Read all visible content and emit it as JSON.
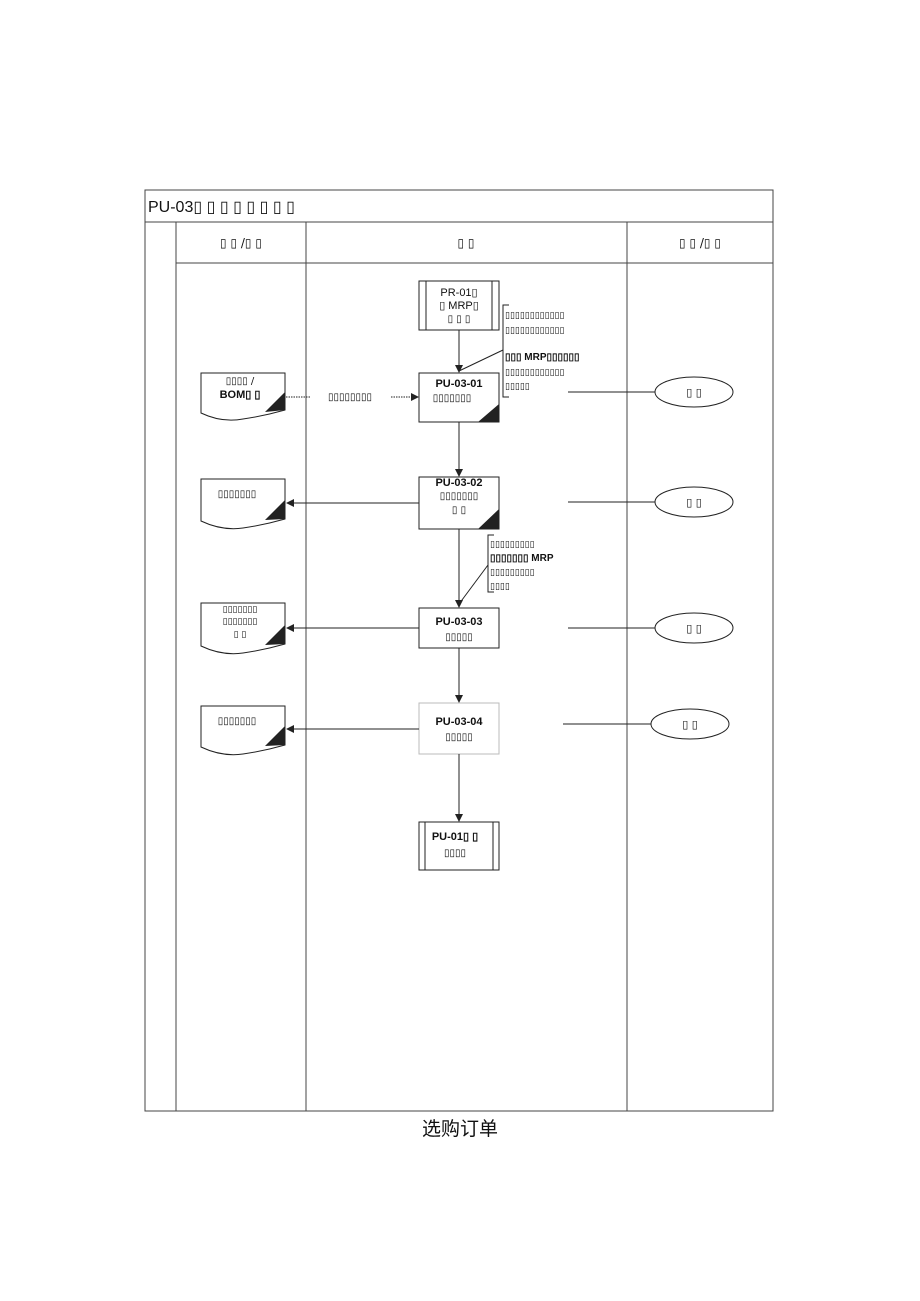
{
  "title": "PU-03▯ ▯ ▯ ▯ ▯ ▯ ▯ ▯",
  "lanes": {
    "left": "▯ ▯ /▯ ▯",
    "middle": "▯ ▯",
    "right": "▯ ▯ /▯ ▯"
  },
  "nodes": {
    "pr01": [
      "PR-01▯",
      "▯ MRP▯",
      "▯ ▯ ▯"
    ],
    "pu0301": [
      "PU-03-01",
      "▯▯▯▯▯▯▯"
    ],
    "pu0302": [
      "PU-03-02",
      "▯▯▯▯▯▯▯",
      "▯ ▯"
    ],
    "pu0303": [
      "PU-03-03",
      "▯▯▯▯▯"
    ],
    "pu0304": [
      "PU-03-04",
      "▯▯▯▯▯"
    ],
    "pu01": [
      "PU-01▯ ▯",
      "▯▯▯▯"
    ]
  },
  "notes": {
    "mrp1": [
      "▯▯▯▯▯▯▯▯▯▯▯▯",
      "▯▯▯▯▯▯▯▯▯▯▯▯",
      "▯▯▯ MRP▯▯▯▯▯▯",
      "▯▯▯▯▯▯▯▯▯▯▯▯",
      "▯▯▯▯▯"
    ],
    "mrp2": [
      "▯▯▯▯▯▯▯▯▯",
      "▯▯▯▯▯▯▯ MRP",
      "▯▯▯▯▯▯▯▯▯",
      "▯▯▯▯"
    ]
  },
  "docs": {
    "d1": [
      "▯▯▯▯ /",
      "BOM▯ ▯"
    ],
    "d2": [
      "▯▯▯▯▯▯▯"
    ],
    "d3": [
      "▯▯▯▯▯▯▯",
      "▯▯▯▯▯▯▯",
      "▯ ▯"
    ],
    "d4": [
      "▯▯▯▯▯▯▯"
    ]
  },
  "edge_label": "▯▯▯▯▯▯▯▯",
  "roles": [
    "▯ ▯",
    "▯ ▯",
    "▯ ▯",
    "▯ ▯"
  ],
  "caption": "选购订单"
}
